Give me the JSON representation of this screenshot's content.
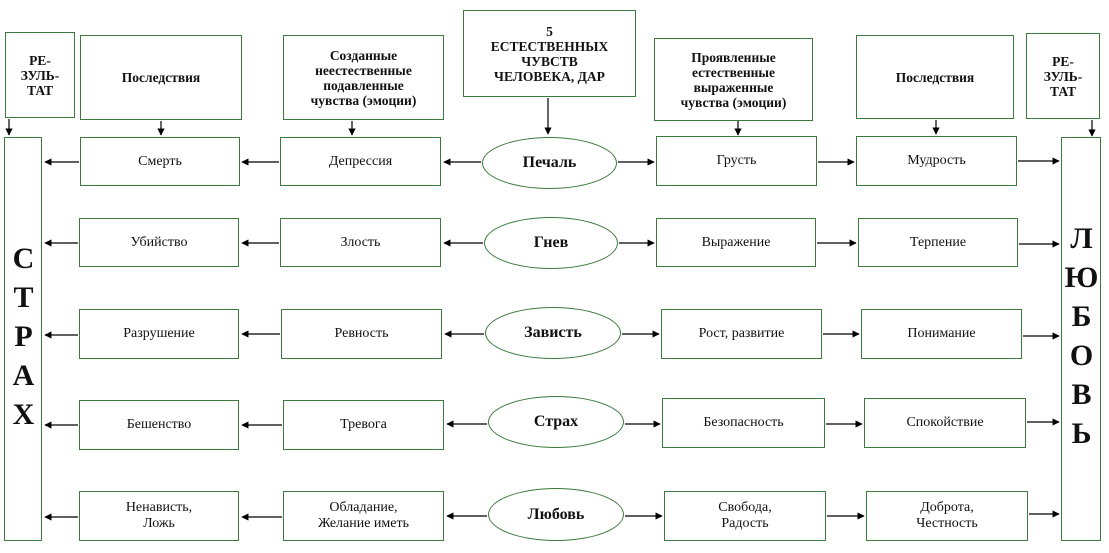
{
  "headers": {
    "left_result": "РЕ-\nЗУЛЬ-\nТАТ",
    "left_consequences": "Последствия",
    "left_suppressed": "Созданные\nнеестественные\nподавленные\nчувства (эмоции)",
    "center": "5\nЕСТЕСТВЕННЫХ\nЧУВСТВ\nЧЕЛОВЕКА, ДАР",
    "right_expressed": "Проявленные\nестественные\nвыраженные\nчувства (эмоции)",
    "right_consequences": "Последствия",
    "right_result": "РЕ-\nЗУЛЬ-\nТАТ"
  },
  "sides": {
    "left": "СТРАХ",
    "right": "ЛЮБОВЬ"
  },
  "rows": [
    {
      "left_result": "Смерть",
      "left_emotion": "Депрессия",
      "center": "Печаль",
      "right_emotion": "Грусть",
      "right_result": "Мудрость"
    },
    {
      "left_result": "Убийство",
      "left_emotion": "Злость",
      "center": "Гнев",
      "right_emotion": "Выражение",
      "right_result": "Терпение"
    },
    {
      "left_result": "Разрушение",
      "left_emotion": "Ревность",
      "center": "Зависть",
      "right_emotion": "Рост, развитие",
      "right_result": "Понимание"
    },
    {
      "left_result": "Бешенство",
      "left_emotion": "Тревога",
      "center": "Страх",
      "right_emotion": "Безопасность",
      "right_result": "Спокойствие"
    },
    {
      "left_result": "Ненависть,\nЛожь",
      "left_emotion": "Обладание,\nЖелание иметь",
      "center": "Любовь",
      "right_emotion": "Свобода,\nРадость",
      "right_result": "Доброта,\nЧестность"
    }
  ]
}
